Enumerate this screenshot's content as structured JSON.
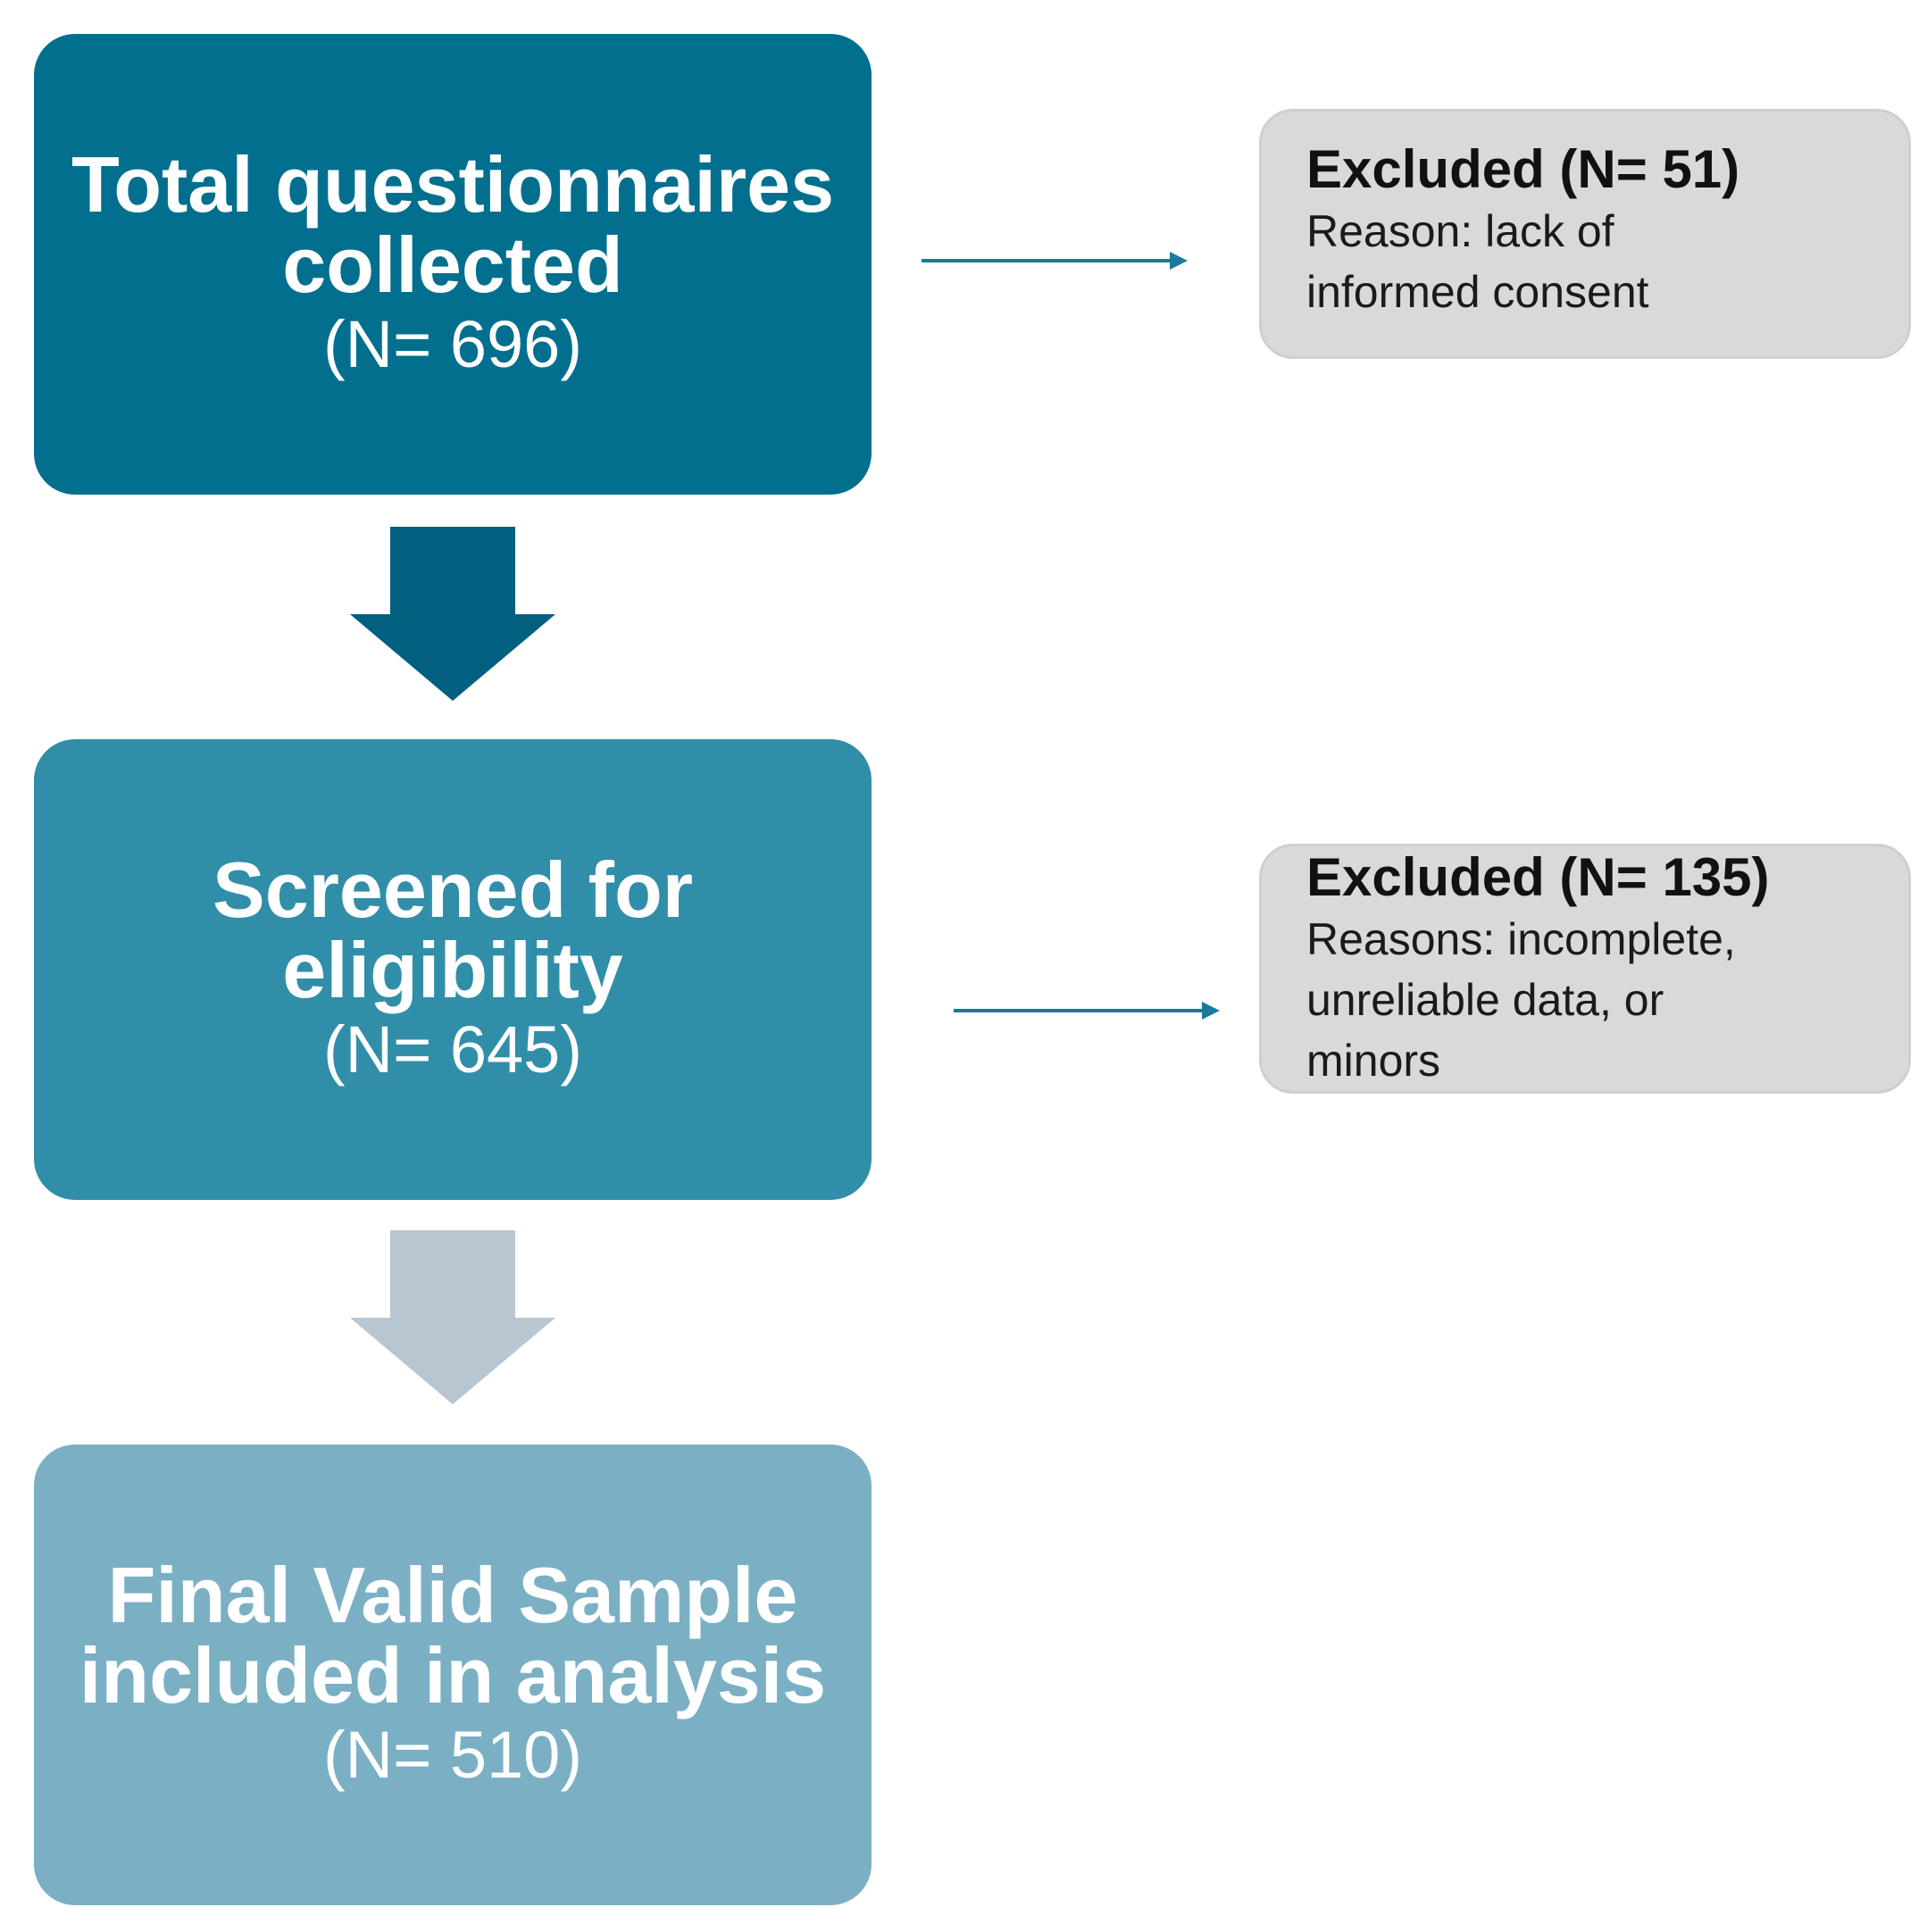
{
  "steps": [
    {
      "title": "Total questionnaires collected",
      "count": "(N= 696)"
    },
    {
      "title": "Screened for eligibility",
      "count": "(N= 645)"
    },
    {
      "title": "Final Valid Sample included in analysis",
      "count": "(N= 510)"
    }
  ],
  "exclusions": [
    {
      "heading": "Excluded (N= 51)",
      "lines": [
        "Reason: lack of",
        "informed consent"
      ]
    },
    {
      "heading": "Excluded (N= 135)",
      "lines": [
        "Reasons: incomplete,",
        "unreliable data, or",
        "minors"
      ]
    }
  ],
  "colors": {
    "step1": "#026f8e",
    "step2": "#318ea8",
    "step3": "#7bb0c4",
    "arrow_down_1": "#015f80",
    "arrow_down_2": "#b8c6d2",
    "arrow_side": "#1a7a9b",
    "exclusion_fill": "#d9d9d9"
  }
}
